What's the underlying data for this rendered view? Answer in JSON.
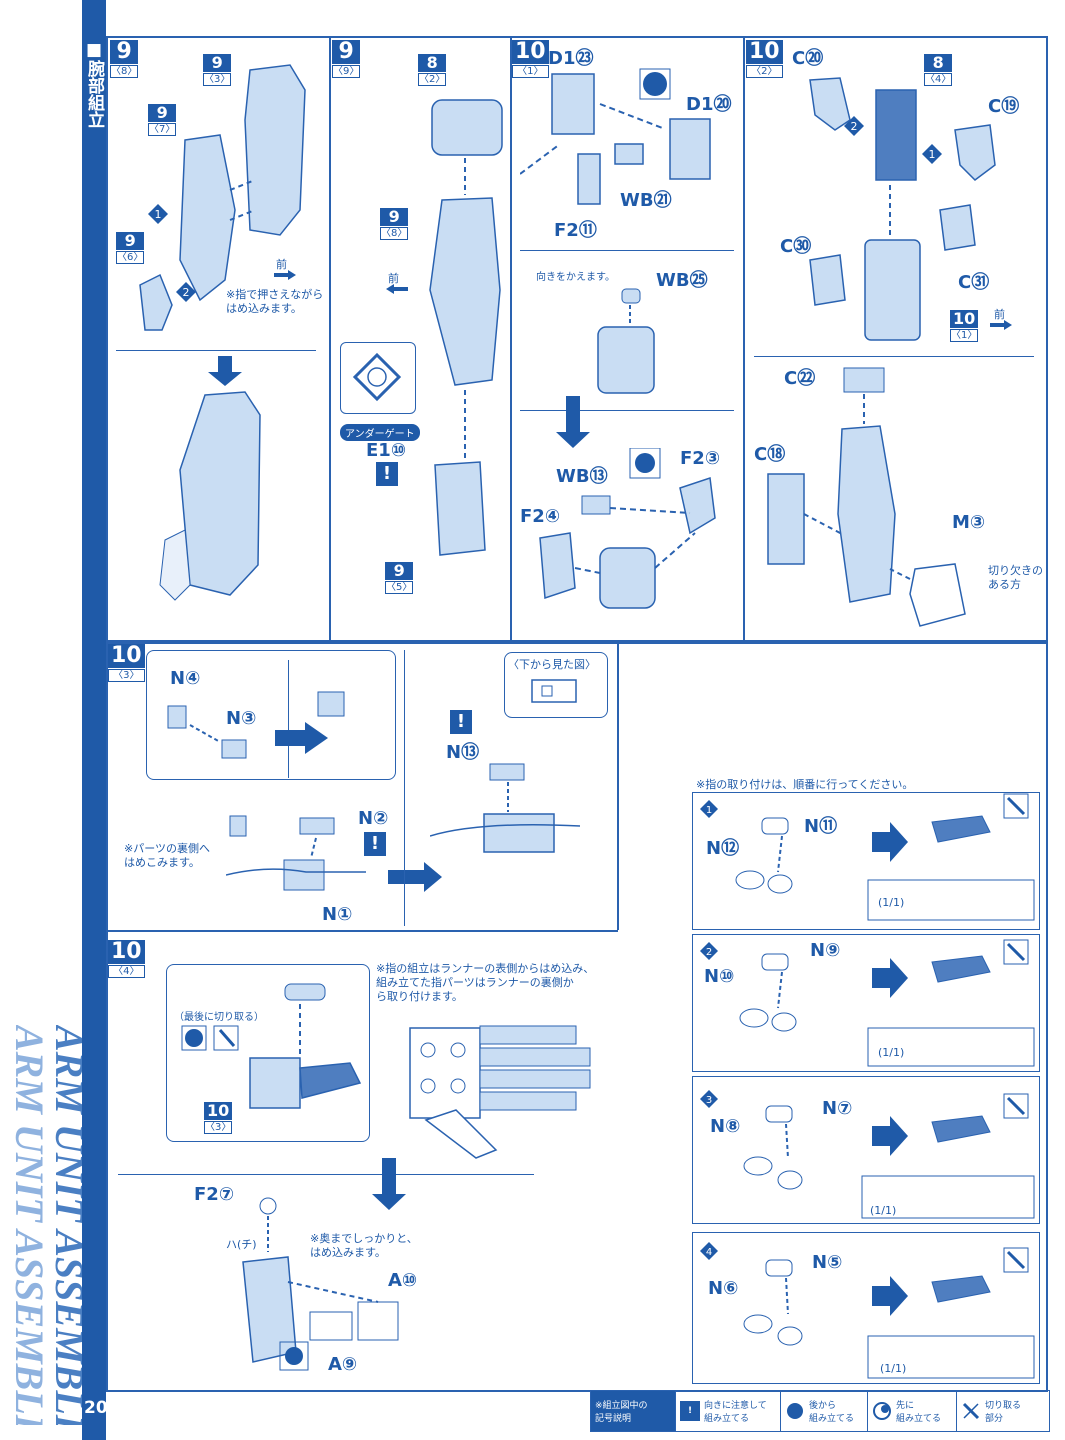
{
  "section": {
    "title": "■腕部組立",
    "watermark": "ARM UNIT ASSEMBLE",
    "page_number": "20"
  },
  "colors": {
    "brand": "#1f5aa8",
    "part_fill": "#c9ddf3",
    "part_dark": "#4f7ec0",
    "line": "#2a62b0"
  },
  "step9a": {
    "step": "9",
    "sub": "〈8〉",
    "parts": [
      {
        "num": "9",
        "sub": "〈3〉"
      },
      {
        "num": "9",
        "sub": "〈7〉"
      },
      {
        "num": "9",
        "sub": "〈6〉"
      }
    ],
    "order": [
      "1",
      "2"
    ],
    "front": "前",
    "note": "※指で押さえながら\nはめ込みます。"
  },
  "step9b": {
    "step": "9",
    "sub": "〈9〉",
    "part_top": {
      "num": "8",
      "sub": "〈2〉"
    },
    "part_mid": {
      "num": "9",
      "sub": "〈8〉"
    },
    "part_bot": {
      "num": "9",
      "sub": "〈5〉"
    },
    "front": "前",
    "undergate": "アンダーゲート",
    "e1": "E1⑩"
  },
  "step10a": {
    "step": "10",
    "sub": "〈1〉",
    "d1a": "D1㉓",
    "d1b": "D1⑳",
    "wb21": "WB㉑",
    "f2_11": "F2⑪",
    "rotate_note": "向きをかえます。",
    "wb25": "WB㉕",
    "wb13": "WB⑬",
    "f2_3": "F2③",
    "f2_4": "F2④"
  },
  "step10b": {
    "step": "10",
    "sub": "〈2〉",
    "c20": "C⑳",
    "c19": "C⑲",
    "c30": "C㉚",
    "c31": "C㉛",
    "c22": "C㉒",
    "c18": "C⑱",
    "m3": "M③",
    "part_top": {
      "num": "8",
      "sub": "〈4〉"
    },
    "part_ref": {
      "num": "10",
      "sub": "〈1〉"
    },
    "front": "前",
    "notch_note": "切り欠きの\nある方",
    "order": [
      "2",
      "1"
    ]
  },
  "step10c": {
    "step": "10",
    "sub": "〈3〉",
    "n4": "N④",
    "n3": "N③",
    "n2": "N②",
    "n1": "N①",
    "n13": "N⑬",
    "bottom_view": "〈下から見た図〉",
    "note": "※パーツの裏側へ\nはめこみます。"
  },
  "step10d": {
    "step": "10",
    "sub": "〈4〉",
    "last_cut": "（最後に切り取る）",
    "ref": {
      "num": "10",
      "sub": "〈3〉"
    },
    "f2_7": "F2⑦",
    "a10": "A⑩",
    "a9": "A⑨",
    "ha": "ハ(チ)",
    "finger_note": "※指の組立はランナーの表側からはめ込み、\n組み立てた指パーツはランナーの裏側か\nら取り付けます。",
    "firm_note": "※奥までしっかりと、\nはめ込みます。"
  },
  "fingers": {
    "header": "※指の取り付けは、順番に行ってください。",
    "scale": "(1/1)",
    "steps": [
      {
        "n": "1",
        "a": "N⑪",
        "b": "N⑫"
      },
      {
        "n": "2",
        "a": "N⑨",
        "b": "N⑩"
      },
      {
        "n": "3",
        "a": "N⑦",
        "b": "N⑧"
      },
      {
        "n": "4",
        "a": "N⑤",
        "b": "N⑥"
      }
    ]
  },
  "legend": {
    "title": "※組立図中の\n記号説明",
    "items": [
      "向きに注意して\n組み立てる",
      "後から\n組み立てる",
      "先に\n組み立てる",
      "切り取る\n部分"
    ]
  }
}
